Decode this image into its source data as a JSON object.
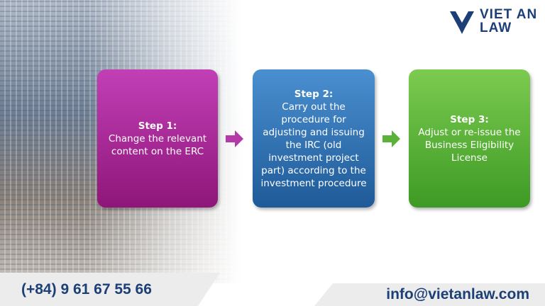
{
  "brand": {
    "logo_line1": "VIET AN",
    "logo_line2": "LAW"
  },
  "steps": [
    {
      "title": "Step 1:",
      "text": "Change the relevant content on the ERC",
      "color": "#a8259a"
    },
    {
      "title": "Step 2:",
      "text": "Carry out the procedure for adjusting and issuing the IRC (old investment project part) according to the investment procedure",
      "color": "#2f72b8"
    },
    {
      "title": "Step 3:",
      "text": "Adjust or re-issue the Business Eligibility License",
      "color": "#5ab23a"
    }
  ],
  "footer": {
    "phone": "(+84) 9 61 67 55 66",
    "email": "info@vietanlaw.com"
  }
}
